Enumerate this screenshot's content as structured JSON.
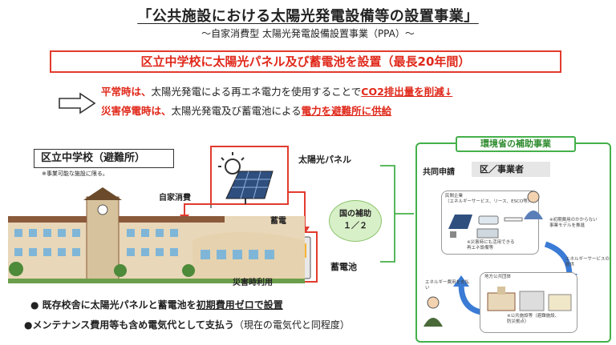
{
  "title": "「公共施設における太陽光発電設備等の設置事業」",
  "subtitle": "～自家消費型 太陽光発電設備設置事業（PPA）～",
  "banner": "区立中学校に太陽光パネル及び蓄電池を設置（最長20年間）",
  "normal_time": {
    "lead": "平常時は、",
    "mid": "太陽光発電による再エネ電力を使用することで",
    "highlight": "CO2排出量を削減↓"
  },
  "disaster_time": {
    "lead": "災害停電時は、",
    "mid": "太陽光発電及び蓄電池による",
    "highlight": "電力を避難所に供給"
  },
  "school": {
    "title": "区立中学校（避難所）",
    "note": "※事業可能な施設に限る。"
  },
  "labels": {
    "solar_panel": "太陽光パネル",
    "self_consumption": "自家消費",
    "charging": "蓄電",
    "battery": "蓄電池",
    "disaster_use": "災害時利用"
  },
  "subsidy": {
    "line1": "国の補助",
    "line2": "１／２"
  },
  "env_ministry": {
    "title": "環境省の補助事業",
    "joint_label": "共同申請",
    "applicants": "区／事業者",
    "private_company": "民間企業",
    "private_desc": "（エネルギーサービス、リース、ESCO等）",
    "disaster_equipment": "※災害時にも活用できる",
    "renewable_equipment": "再エネ設備等",
    "right_note": "※初期費用のかからない事業モデルを推進",
    "service_note": "エネルギーサービスの提供",
    "pay_note": "エネルギー費用を支払い",
    "local_gov": "地方公共団体",
    "facility_note": "※公共施設等（避難施設、防災拠点）"
  },
  "bullets": {
    "b1_prefix": "既存校舎に太陽光パネルと蓄電池を",
    "b1_underline": "初期費用ゼロで設置",
    "b2_main": "●メンテナンス費用等も含め電気代として支払う",
    "b2_paren": "（現在の電気代と同程度）"
  },
  "colors": {
    "accent_red": "#e0281a",
    "env_green": "#44b04a",
    "subsidy_fill": "#d8f0c8",
    "flow_blue": "#3a7bd5"
  }
}
